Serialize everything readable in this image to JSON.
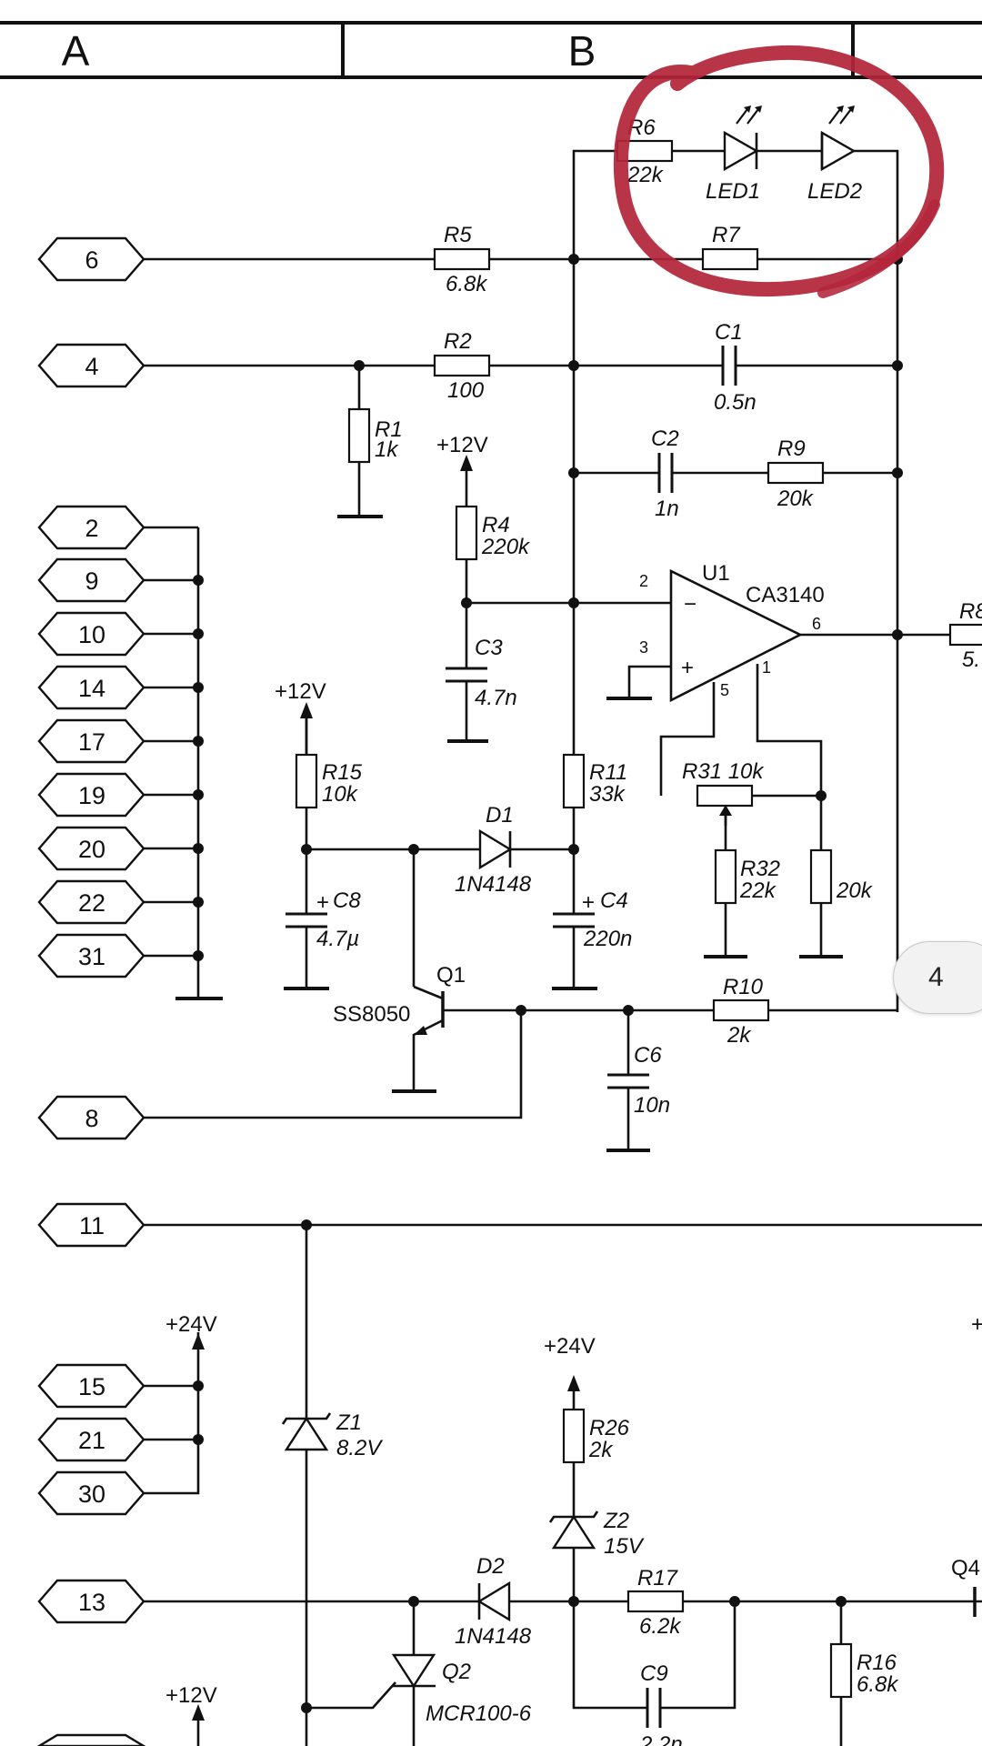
{
  "header": {
    "col_a": "A",
    "col_b": "B"
  },
  "page_indicator": "4",
  "ports": [
    {
      "id": "6",
      "label": "6"
    },
    {
      "id": "4",
      "label": "4"
    },
    {
      "id": "2",
      "label": "2"
    },
    {
      "id": "9",
      "label": "9"
    },
    {
      "id": "10",
      "label": "10"
    },
    {
      "id": "14",
      "label": "14"
    },
    {
      "id": "17",
      "label": "17"
    },
    {
      "id": "19",
      "label": "19"
    },
    {
      "id": "20",
      "label": "20"
    },
    {
      "id": "22",
      "label": "22"
    },
    {
      "id": "31",
      "label": "31"
    },
    {
      "id": "8",
      "label": "8"
    },
    {
      "id": "11",
      "label": "11"
    },
    {
      "id": "15",
      "label": "15"
    },
    {
      "id": "21",
      "label": "21"
    },
    {
      "id": "30",
      "label": "30"
    },
    {
      "id": "13",
      "label": "13"
    }
  ],
  "components": {
    "R6": {
      "ref": "R6",
      "value": "22k"
    },
    "LED1": {
      "ref": "LED1"
    },
    "LED2": {
      "ref": "LED2"
    },
    "R5": {
      "ref": "R5",
      "value": "6.8k"
    },
    "R7": {
      "ref": "R7"
    },
    "R2": {
      "ref": "R2",
      "value": "100"
    },
    "C1": {
      "ref": "C1",
      "value": "0.5n"
    },
    "R1": {
      "ref": "R1",
      "value": "1k"
    },
    "C2": {
      "ref": "C2",
      "value": "1n"
    },
    "R9": {
      "ref": "R9",
      "value": "20k"
    },
    "R4": {
      "ref": "R4",
      "value": "220k"
    },
    "U1": {
      "ref": "U1",
      "value": "CA3140",
      "pin2": "2",
      "pin3": "3",
      "pin5": "5",
      "pin1": "1",
      "pin6": "6",
      "minus": "−",
      "plus": "+"
    },
    "C3": {
      "ref": "C3",
      "value": "4.7n"
    },
    "R8": {
      "ref": "R8",
      "value": "5."
    },
    "R15": {
      "ref": "R15",
      "value": "10k"
    },
    "R11": {
      "ref": "R11",
      "value": "33k"
    },
    "R31": {
      "ref": "R31 10k"
    },
    "D1": {
      "ref": "D1",
      "value": "1N4148"
    },
    "R32": {
      "ref": "R32",
      "value": "22k"
    },
    "R_20k": {
      "value": "20k"
    },
    "C8": {
      "ref": "C8",
      "value": "4.7µ"
    },
    "C4": {
      "ref": "C4",
      "value": "220n"
    },
    "Q1": {
      "ref": "Q1",
      "value": "SS8050"
    },
    "R10": {
      "ref": "R10",
      "value": "2k"
    },
    "C6": {
      "ref": "C6",
      "value": "10n"
    },
    "Z1": {
      "ref": "Z1",
      "value": "8.2V"
    },
    "R26": {
      "ref": "R26",
      "value": "2k"
    },
    "Z2": {
      "ref": "Z2",
      "value": "15V"
    },
    "D2": {
      "ref": "D2",
      "value": "1N4148"
    },
    "R17": {
      "ref": "R17",
      "value": "6.2k"
    },
    "R16": {
      "ref": "R16",
      "value": "6.8k"
    },
    "Q2": {
      "ref": "Q2",
      "value": "MCR100-6"
    },
    "C9": {
      "ref": "C9",
      "value": "2.2n"
    },
    "Q4": {
      "ref": "Q4"
    }
  },
  "supplies": {
    "v12": "+12V",
    "v24": "+24V",
    "v24_edge": "+"
  },
  "colors": {
    "wire": "#111111",
    "annotation": "#b3263a",
    "background": "#ffffff"
  }
}
